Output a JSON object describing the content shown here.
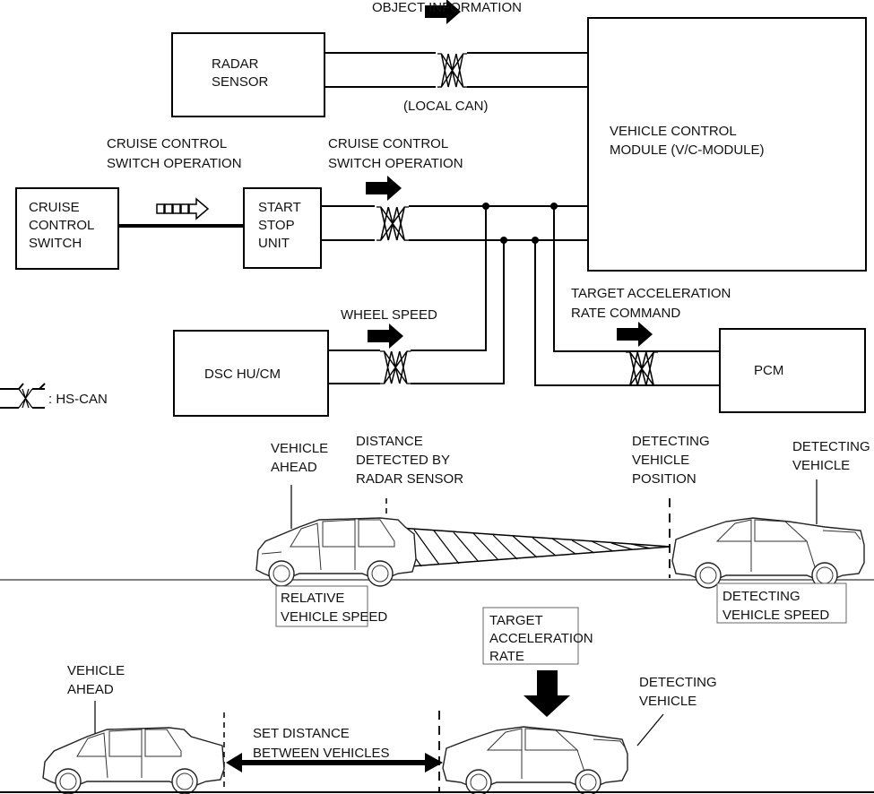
{
  "block_diagram": {
    "nodes": {
      "radar_sensor": [
        "RADAR",
        "SENSOR"
      ],
      "vcm": [
        "VEHICLE CONTROL",
        "MODULE (V/C-MODULE)"
      ],
      "cruise_switch": [
        "CRUISE",
        "CONTROL",
        "SWITCH"
      ],
      "start_stop_unit": [
        "START",
        "STOP",
        "UNIT"
      ],
      "dsc": [
        "DSC HU/CM"
      ],
      "pcm": [
        "PCM"
      ]
    },
    "signals": {
      "object_information": "OBJECT INFORMATION",
      "local_can": "(LOCAL CAN)",
      "cruise_op_left": [
        "CRUISE CONTROL",
        "SWITCH OPERATION"
      ],
      "cruise_op_right": [
        "CRUISE CONTROL",
        "SWITCH OPERATION"
      ],
      "wheel_speed": "WHEEL SPEED",
      "target_accel_cmd": [
        "TARGET ACCELERATION",
        "RATE COMMAND"
      ]
    },
    "legend": {
      "hs_can": ": HS-CAN"
    }
  },
  "scene_detection": {
    "vehicle_ahead": [
      "VEHICLE",
      "AHEAD"
    ],
    "distance_detected": [
      "DISTANCE",
      "DETECTED BY",
      "RADAR SENSOR"
    ],
    "detecting_position": [
      "DETECTING",
      "VEHICLE",
      "POSITION"
    ],
    "detecting_vehicle": [
      "DETECTING",
      "VEHICLE"
    ],
    "relative_speed_box": [
      "RELATIVE",
      "VEHICLE SPEED"
    ],
    "detecting_speed_box": [
      "DETECTING",
      "VEHICLE SPEED"
    ]
  },
  "scene_control": {
    "target_accel_box": [
      "TARGET",
      "ACCELERATION",
      "RATE"
    ],
    "vehicle_ahead": [
      "VEHICLE",
      "AHEAD"
    ],
    "set_distance": [
      "SET DISTANCE",
      "BETWEEN VEHICLES"
    ],
    "detecting_vehicle": [
      "DETECTING",
      "VEHICLE"
    ]
  }
}
